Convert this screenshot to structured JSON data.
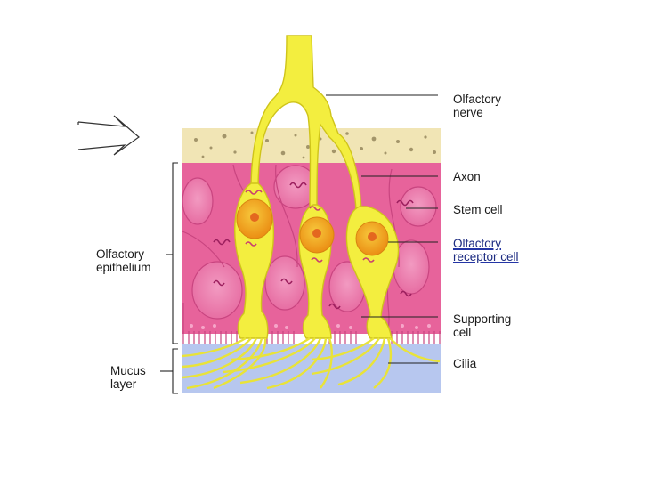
{
  "labels": {
    "olfactory_nerve": [
      "Olfactory",
      "nerve"
    ],
    "axon": "Axon",
    "stem_cell": "Stem cell",
    "olfactory_receptor_cell": [
      "Olfactory",
      "receptor cell"
    ],
    "supporting_cell": [
      "Supporting",
      "cell"
    ],
    "cilia": "Cilia",
    "olfactory_epithelium": [
      "Olfactory",
      "epithelium"
    ],
    "mucus_layer": [
      "Mucus",
      "layer"
    ]
  },
  "colors": {
    "epithelium": "#e7639b",
    "epithelium_dark": "#c94580",
    "bone": "#f1e5b5",
    "mucus": "#b7c7ef",
    "neuron": "#f3ee3f",
    "neuron_edge": "#cfc41a",
    "nucleus": "#f2a519",
    "nucleolus": "#e4671f",
    "receptor_label_underline": "#2435a6"
  }
}
